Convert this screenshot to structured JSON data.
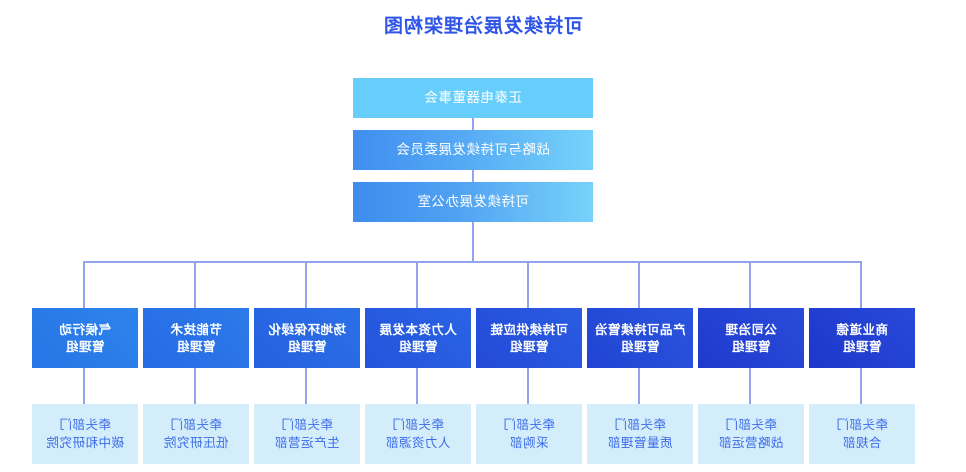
{
  "title": "可持续发展治理架构图",
  "colors": {
    "title": "#2f55e8",
    "top_box": "#67cefb",
    "dept_dark": "#1f3fd0",
    "dept_light": "#2d82ea",
    "leader_box": "#d4edfb",
    "leader_text": "#3a6ae8",
    "connector": "#93a4ec",
    "background": "#ffffff"
  },
  "hierarchy": {
    "level1": "正泰电器董事会",
    "level2": "战略与可持续发展委员会",
    "level3": "可持续发展办公室"
  },
  "departments": [
    {
      "name": "商业道德",
      "suffix": "管理组",
      "leader_prefix": "牵头部门",
      "leader": "合规部"
    },
    {
      "name": "公司治理",
      "suffix": "管理组",
      "leader_prefix": "牵头部门",
      "leader": "战略营运部"
    },
    {
      "name": "产品可持续管治",
      "suffix": "管理组",
      "leader_prefix": "牵头部门",
      "leader": "质量管理部"
    },
    {
      "name": "可持续供应链",
      "suffix": "管理组",
      "leader_prefix": "牵头部门",
      "leader": "采购部"
    },
    {
      "name": "人力资本发展",
      "suffix": "管理组",
      "leader_prefix": "牵头部门",
      "leader": "人力资源部"
    },
    {
      "name": "场地环保绿化",
      "suffix": "管理组",
      "leader_prefix": "牵头部门",
      "leader": "生产运营部"
    },
    {
      "name": "节能技术",
      "suffix": "管理组",
      "leader_prefix": "牵头部门",
      "leader": "低压研究院"
    },
    {
      "name": "气候行动",
      "suffix": "管理组",
      "leader_prefix": "牵头部门",
      "leader": "碳中和研究院"
    }
  ]
}
